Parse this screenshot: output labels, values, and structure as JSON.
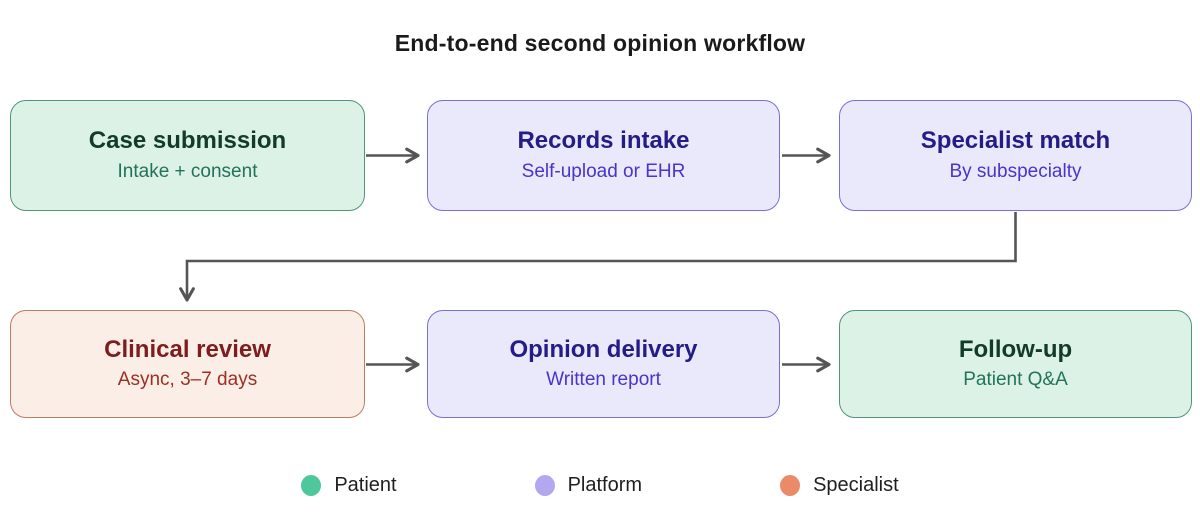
{
  "title": "End-to-end second opinion workflow",
  "nodes": [
    {
      "id": "case-submission",
      "title": "Case submission",
      "subtitle": "Intake + consent",
      "role": "patient"
    },
    {
      "id": "records-intake",
      "title": "Records intake",
      "subtitle": "Self-upload or EHR",
      "role": "platform"
    },
    {
      "id": "specialist-match",
      "title": "Specialist match",
      "subtitle": "By subspecialty",
      "role": "platform"
    },
    {
      "id": "clinical-review",
      "title": "Clinical review",
      "subtitle": "Async, 3–7 days",
      "role": "specialist"
    },
    {
      "id": "opinion-delivery",
      "title": "Opinion delivery",
      "subtitle": "Written report",
      "role": "platform"
    },
    {
      "id": "follow-up",
      "title": "Follow-up",
      "subtitle": "Patient Q&A",
      "role": "patient"
    }
  ],
  "legend": [
    {
      "label": "Patient",
      "color": "#4ec79a"
    },
    {
      "label": "Platform",
      "color": "#b3a8ef"
    },
    {
      "label": "Specialist",
      "color": "#ea8a68"
    }
  ],
  "colors": {
    "patient_fill": "#ddf2e7",
    "patient_border": "#4e9678",
    "patient_title": "#123b2a",
    "patient_subtitle": "#21735a",
    "platform_fill": "#eae8fb",
    "platform_border": "#7b6fd4",
    "platform_title": "#241c87",
    "platform_subtitle": "#4636c9",
    "specialist_fill": "#fbeee7",
    "specialist_border": "#c07b5e",
    "specialist_title": "#7d1d1d",
    "specialist_subtitle": "#9c2f24",
    "connector": "#555555",
    "title_text": "#1a1a1a"
  }
}
